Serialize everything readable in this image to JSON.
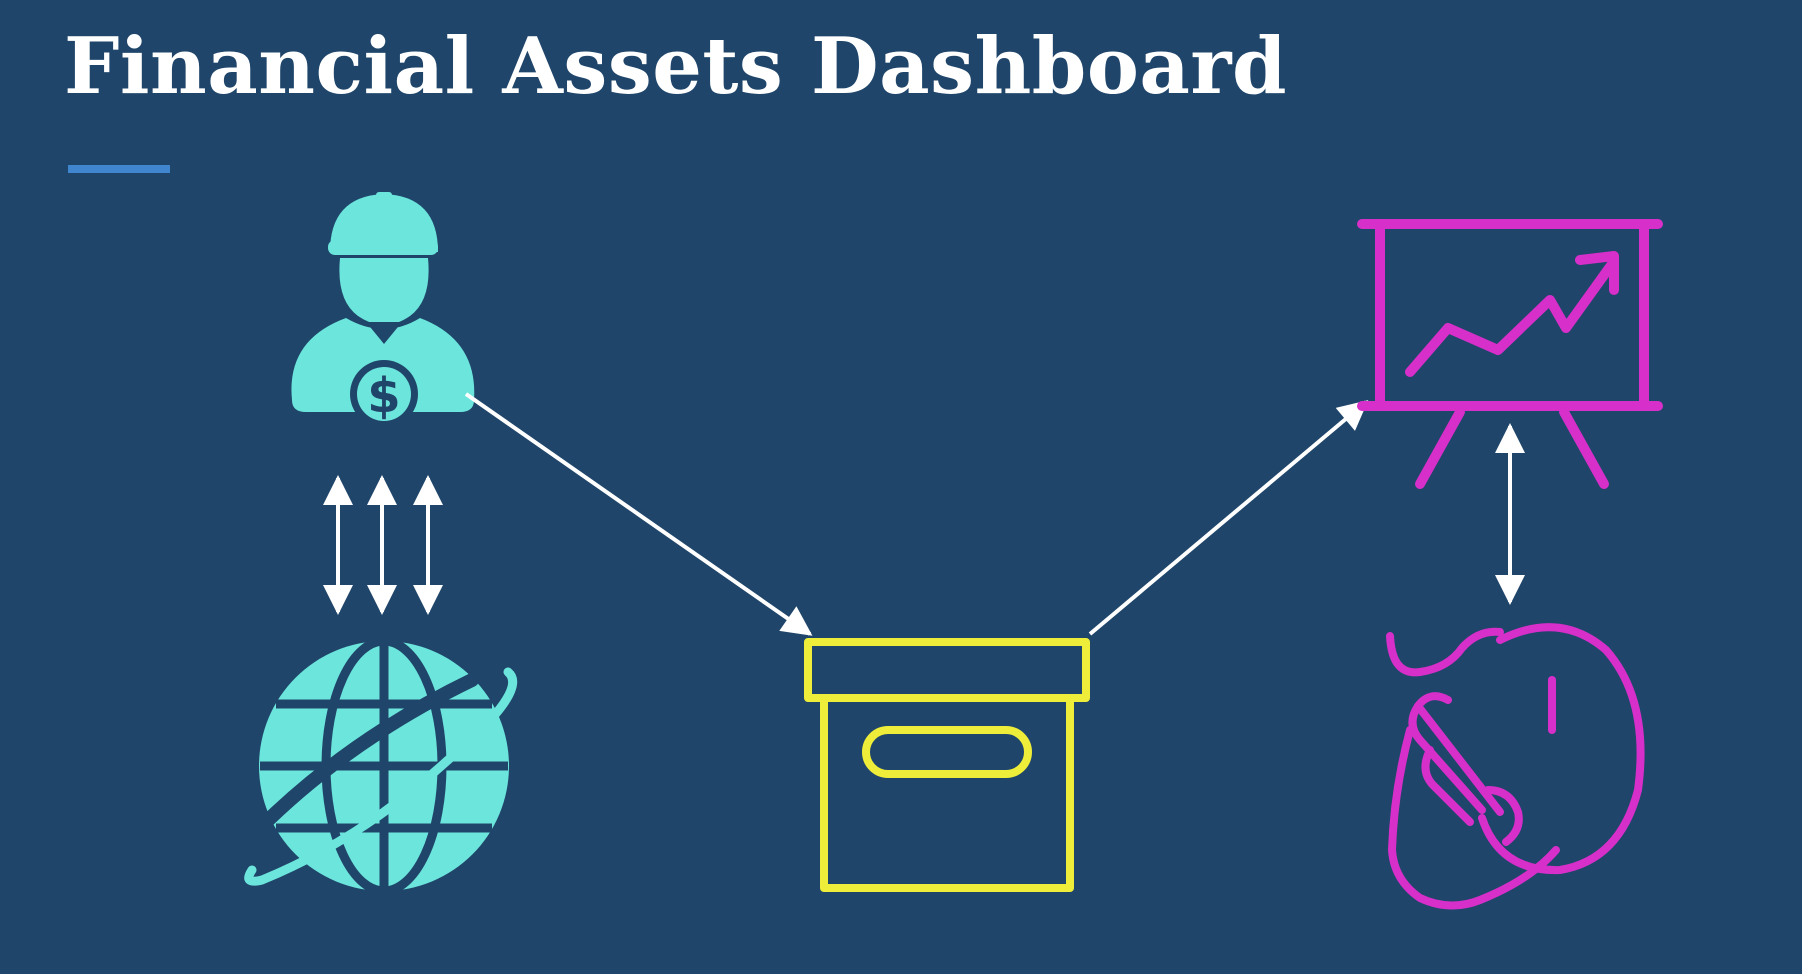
{
  "slide": {
    "title": "Financial Assets Dashboard"
  },
  "colors": {
    "background": "#1f456a",
    "accent_bar": "#3f86cf",
    "title": "#ffffff",
    "source_icons": "#6ce6dc",
    "storage_icon": "#eded3a",
    "output_icons": "#d72fc9",
    "arrows": "#ffffff"
  },
  "icons": {
    "financial_worker": "financial-worker-icon",
    "globe": "globe-icon",
    "storage_box": "archive-box-icon",
    "presentation_chart": "presentation-chart-icon",
    "hand_mouse": "hand-on-mouse-icon"
  },
  "flows": [
    {
      "from": "financial-worker",
      "to": "globe",
      "kind": "bidirectional",
      "count": 3
    },
    {
      "from": "financial-worker",
      "to": "archive-box",
      "kind": "directed"
    },
    {
      "from": "archive-box",
      "to": "presentation-chart",
      "kind": "directed"
    },
    {
      "from": "presentation-chart",
      "to": "hand-on-mouse",
      "kind": "bidirectional",
      "count": 1
    }
  ]
}
